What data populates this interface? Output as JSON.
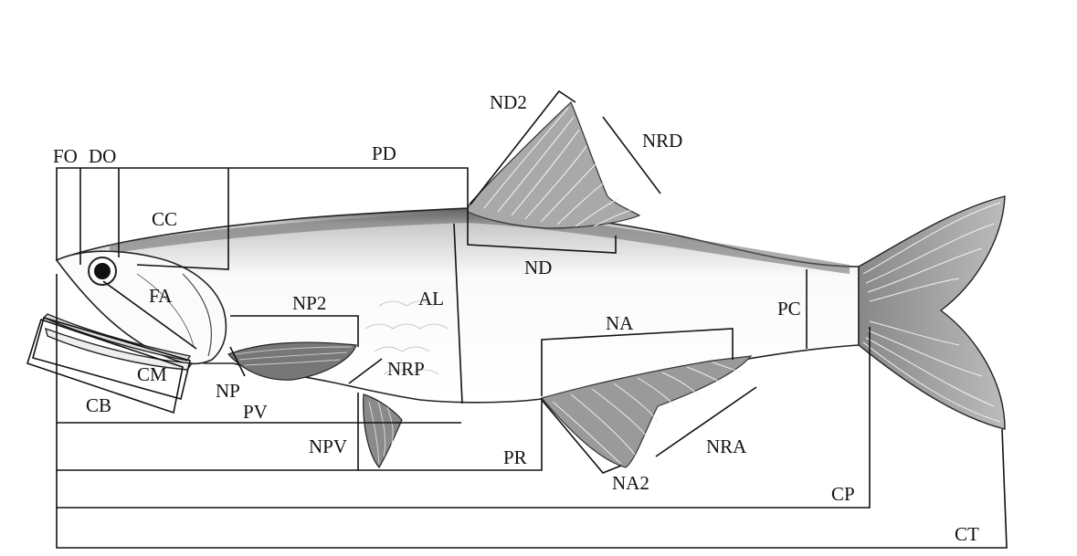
{
  "diagram": {
    "labels": {
      "FO": "FO",
      "DO": "DO",
      "PD": "PD",
      "ND2": "ND2",
      "NRD": "NRD",
      "CC": "CC",
      "ND": "ND",
      "FA": "FA",
      "NP2": "NP2",
      "AL": "AL",
      "PC": "PC",
      "NA": "NA",
      "CM": "CM",
      "NRP": "NRP",
      "NP": "NP",
      "CB": "CB",
      "PV": "PV",
      "NPV": "NPV",
      "PR": "PR",
      "NRA": "NRA",
      "NA2": "NA2",
      "CP": "CP",
      "CT": "CT"
    },
    "colors": {
      "ink": "#111111",
      "body_shade": "#4a4a4a",
      "fin_fill": "#8c8c8c",
      "background": "#ffffff"
    }
  }
}
